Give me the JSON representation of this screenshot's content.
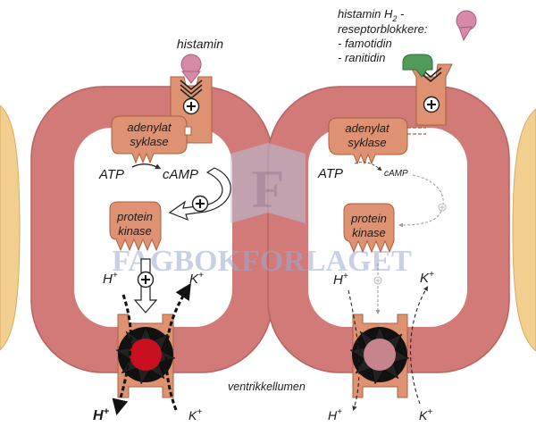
{
  "colors": {
    "membrane": "#d27a78",
    "membrane_edge": "#b56462",
    "cell_fill": "#ffffff",
    "side_tissue": "#f2cf8f",
    "protein": "#df9272",
    "protein_edge": "#a8603f",
    "histamine": "#d78aa8",
    "pump_core_active": "#c8101e",
    "pump_core_blocked": "#c8848c",
    "blocker": "#4f9b57",
    "blocker_text": "#2e8b3c",
    "histamine_text": "#c2267a",
    "watermark": "#b8c4dc"
  },
  "left_cell": {
    "histamine_label": "histamin",
    "enzyme_line1": "adenylat",
    "enzyme_line2": "syklase",
    "atp": "ATP",
    "camp": "cAMP",
    "kinase_line1": "protein",
    "kinase_line2": "kinase",
    "h_in": "H",
    "k_in": "K",
    "h_out": "H",
    "k_out": "K",
    "plus": "+"
  },
  "right_cell": {
    "blocker_title": "histamin H",
    "blocker_sub": "2",
    "blocker_title_end": " -",
    "blocker_line2": "reseptorblokkere:",
    "blocker_item1": "- famotidin",
    "blocker_item2": "- ranitidin",
    "enzyme_line1": "adenylat",
    "enzyme_line2": "syklase",
    "atp": "ATP",
    "camp": "cAMP",
    "kinase_line1": "protein",
    "kinase_line2": "kinase",
    "h_in": "H",
    "k_in": "K",
    "h_out": "H",
    "k_out": "K"
  },
  "lumen_label": "ventrikkellumen",
  "watermark": {
    "letter": "F",
    "text": "FAGBOKFORLAGET"
  }
}
